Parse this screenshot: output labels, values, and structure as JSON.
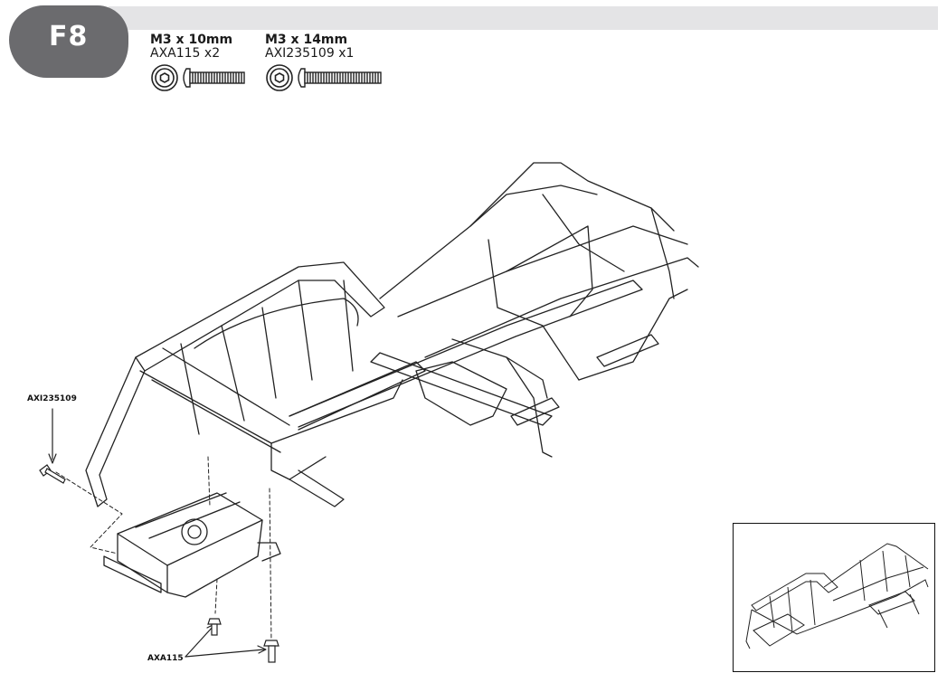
{
  "step": {
    "label": "F8"
  },
  "parts": [
    {
      "size": "M3 x 10mm",
      "code": "AXA115 x2"
    },
    {
      "size": "M3 x 14mm",
      "code": "AXI235109 x1"
    }
  ],
  "callouts": {
    "rear_screw": "AXI235109",
    "bottom_screws": "AXA115"
  },
  "colors": {
    "badge": "#6b6b6e",
    "header_bar": "#e4e4e6",
    "line": "#222222"
  },
  "icons": [
    "washer-icon",
    "button-head-screw-icon"
  ]
}
